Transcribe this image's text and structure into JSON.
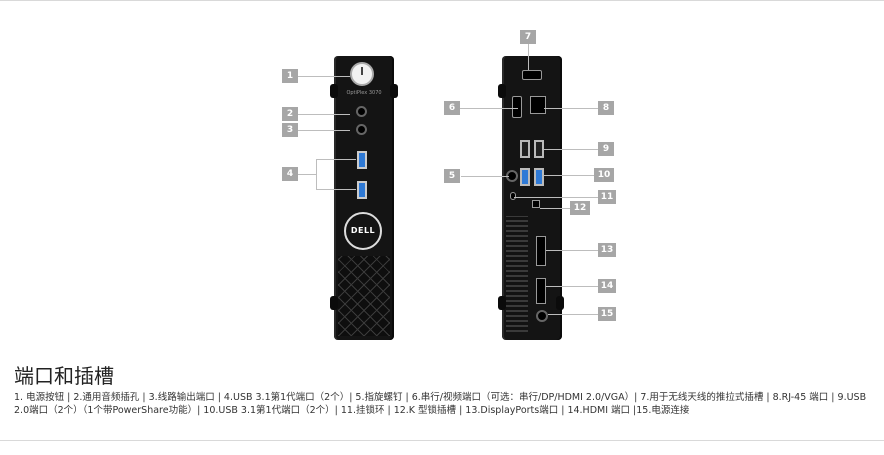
{
  "callouts": [
    "1",
    "2",
    "3",
    "4",
    "5",
    "6",
    "7",
    "8",
    "9",
    "10",
    "11",
    "12",
    "13",
    "14",
    "15"
  ],
  "front_model_label": "OptiPlex 3070",
  "logo_text": "DELL",
  "section_title": "端口和插槽",
  "description": "1. 电源按钮 | 2.通用音频插孔 | 3.线路输出端口 | 4.USB 3.1第1代端口（2个）| 5.指旋螺钉 | 6.串行/视频端口（可选：串行/DP/HDMI 2.0/VGA）| 7.用于无线天线的推拉式插槽 | 8.RJ-45 端口 | 9.USB 2.0端口（2个）（1个带PowerShare功能）| 10.USB 3.1第1代端口（2个）| 11.挂锁环 | 12.K 型锁插槽 | 13.DisplayPorts端口 | 14.HDMI 端口 |15.电源连接",
  "colors": {
    "usb3": "#2f7ad6",
    "callout": "#a6a6a6",
    "chassis": "#141414"
  }
}
